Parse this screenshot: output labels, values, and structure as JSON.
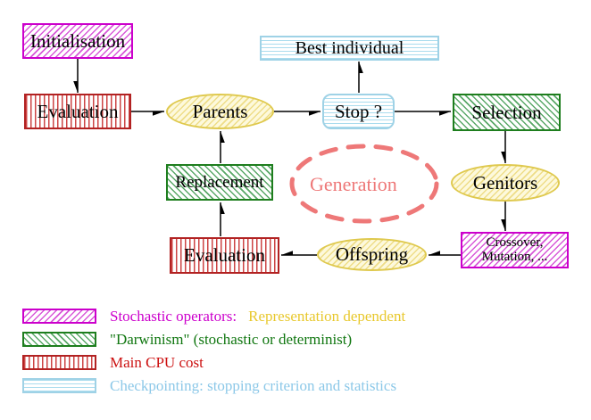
{
  "palette": {
    "magenta": "#cc00cc",
    "magenta-line": "#d858d8",
    "red": "#b22222",
    "red-line": "#cc4444",
    "green": "#1e7e1e",
    "green-line": "#5aa868",
    "gold": "#dfc94e",
    "gold-line": "#eedd88",
    "cream": "#fdf9dc",
    "cyan": "#9fd2e6",
    "cyan-line": "#aadcee",
    "salmon": "#ee7878"
  },
  "nodes": {
    "initialisation": "Initialisation",
    "evaluation_top": "Evaluation",
    "parents": "Parents",
    "best_individual": "Best individual",
    "stop": "Stop ?",
    "selection": "Selection",
    "genitors": "Genitors",
    "crossover_line1": "Crossover,",
    "crossover_line2": "Mutation, ...",
    "offspring": "Offspring",
    "evaluation_bottom": "Evaluation",
    "replacement": "Replacement",
    "generation": "Generation"
  },
  "legend": {
    "items": [
      {
        "swatch": "magenta-diagonal-hatch",
        "label": "Stochastic operators:",
        "color": "#cc00cc",
        "label2": "Representation dependent",
        "color2": "#e8c82c"
      },
      {
        "swatch": "green-diagonal-hatch",
        "label": "\"Darwinism\" (stochastic or determinist)",
        "color": "#117711"
      },
      {
        "swatch": "red-vertical-stripes",
        "label": "Main CPU cost",
        "color": "#cc1111"
      },
      {
        "swatch": "cyan-horizontal-lines",
        "label": "Checkpointing: stopping criterion and statistics",
        "color": "#8cc8e8"
      }
    ]
  }
}
